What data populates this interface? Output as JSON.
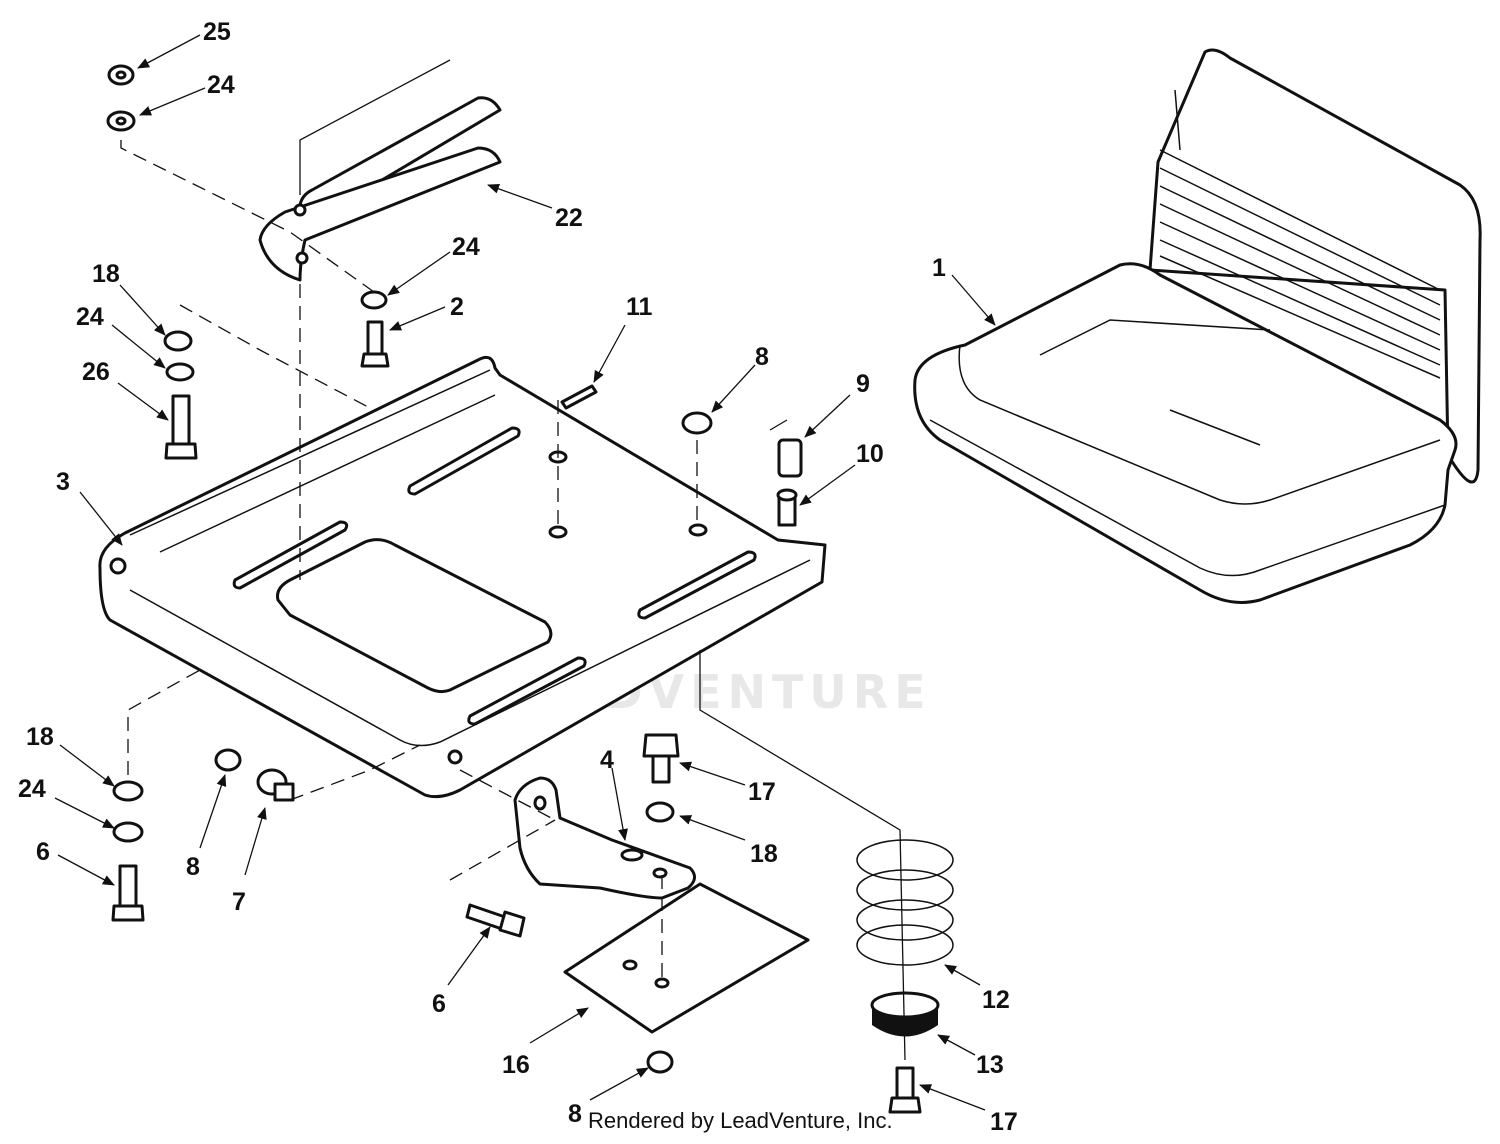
{
  "diagram": {
    "credit": "Rendered by LeadVenture, Inc.",
    "watermark": "LEADVENTURE",
    "ink_color": "#111111",
    "background_color": "#ffffff",
    "callouts": [
      {
        "id": "c1",
        "label": "1"
      },
      {
        "id": "c2",
        "label": "2"
      },
      {
        "id": "c3",
        "label": "3"
      },
      {
        "id": "c4",
        "label": "4"
      },
      {
        "id": "c6a",
        "label": "6"
      },
      {
        "id": "c6b",
        "label": "6"
      },
      {
        "id": "c7",
        "label": "7"
      },
      {
        "id": "c8a",
        "label": "8"
      },
      {
        "id": "c8b",
        "label": "8"
      },
      {
        "id": "c8c",
        "label": "8"
      },
      {
        "id": "c9",
        "label": "9"
      },
      {
        "id": "c10",
        "label": "10"
      },
      {
        "id": "c11",
        "label": "11"
      },
      {
        "id": "c12",
        "label": "12"
      },
      {
        "id": "c13",
        "label": "13"
      },
      {
        "id": "c16",
        "label": "16"
      },
      {
        "id": "c17a",
        "label": "17"
      },
      {
        "id": "c17b",
        "label": "17"
      },
      {
        "id": "c18a",
        "label": "18"
      },
      {
        "id": "c18b",
        "label": "18"
      },
      {
        "id": "c18c",
        "label": "18"
      },
      {
        "id": "c22",
        "label": "22"
      },
      {
        "id": "c24a",
        "label": "24"
      },
      {
        "id": "c24b",
        "label": "24"
      },
      {
        "id": "c24c",
        "label": "24"
      },
      {
        "id": "c24d",
        "label": "24"
      },
      {
        "id": "c25",
        "label": "25"
      },
      {
        "id": "c26",
        "label": "26"
      }
    ]
  }
}
